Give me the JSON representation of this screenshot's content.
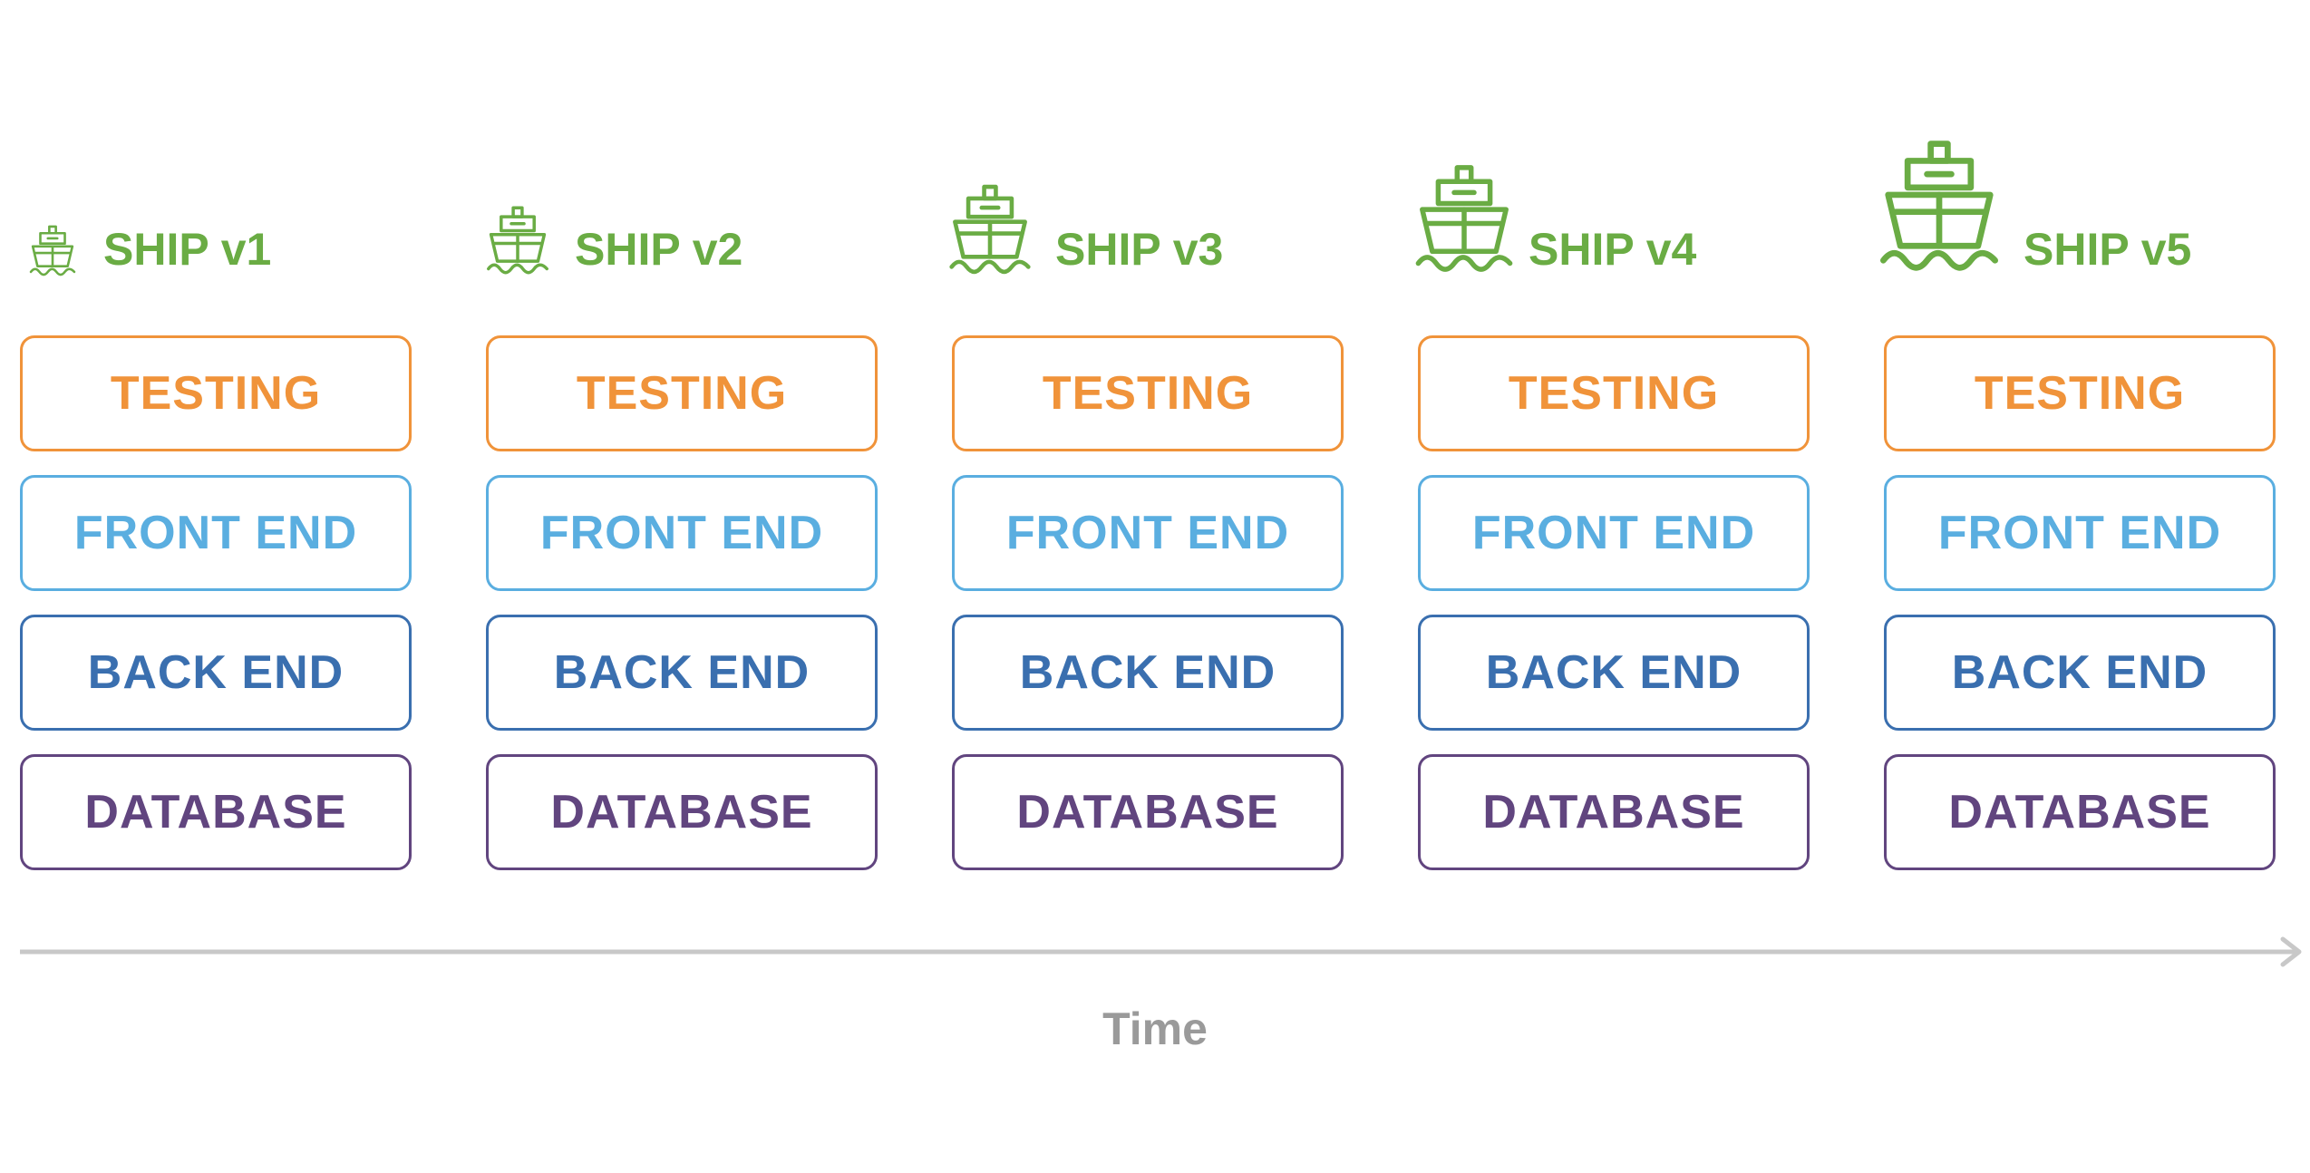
{
  "colors": {
    "ship": "#6aac44",
    "testing": "#f0933a",
    "front_end": "#5aaee0",
    "back_end": "#3a6faf",
    "database": "#61457f",
    "timeline": "#c8c8c8",
    "time_label": "#9a9a9a"
  },
  "ships": [
    {
      "title": "SHIP v1",
      "icon": "ship-icon",
      "size_level": 1
    },
    {
      "title": "SHIP v2",
      "icon": "ship-icon",
      "size_level": 2
    },
    {
      "title": "SHIP v3",
      "icon": "ship-icon",
      "size_level": 3
    },
    {
      "title": "SHIP v4",
      "icon": "ship-icon",
      "size_level": 4
    },
    {
      "title": "SHIP v5",
      "icon": "ship-icon",
      "size_level": 5
    }
  ],
  "layers": {
    "testing": "TESTING",
    "front_end": "FRONT END",
    "back_end": "BACK END",
    "database": "DATABASE"
  },
  "axis": {
    "label": "Time",
    "arrow_icon": "arrow-right-icon"
  }
}
